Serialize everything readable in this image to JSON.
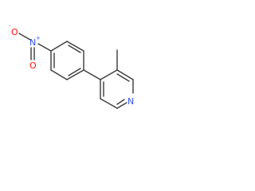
{
  "structure": {
    "atoms": {
      "nitro_oxygen_minus": {
        "symbol": "O",
        "charge": "-"
      },
      "nitro_nitrogen": {
        "symbol": "N",
        "charge": "+"
      },
      "nitro_oxygen_double": {
        "symbol": "O"
      },
      "pyridine_nitrogen": {
        "symbol": "N"
      }
    },
    "colors": {
      "bond": "#3a3a3a",
      "oxygen": "#ff0d0d",
      "nitrogen": "#3050f8"
    }
  }
}
